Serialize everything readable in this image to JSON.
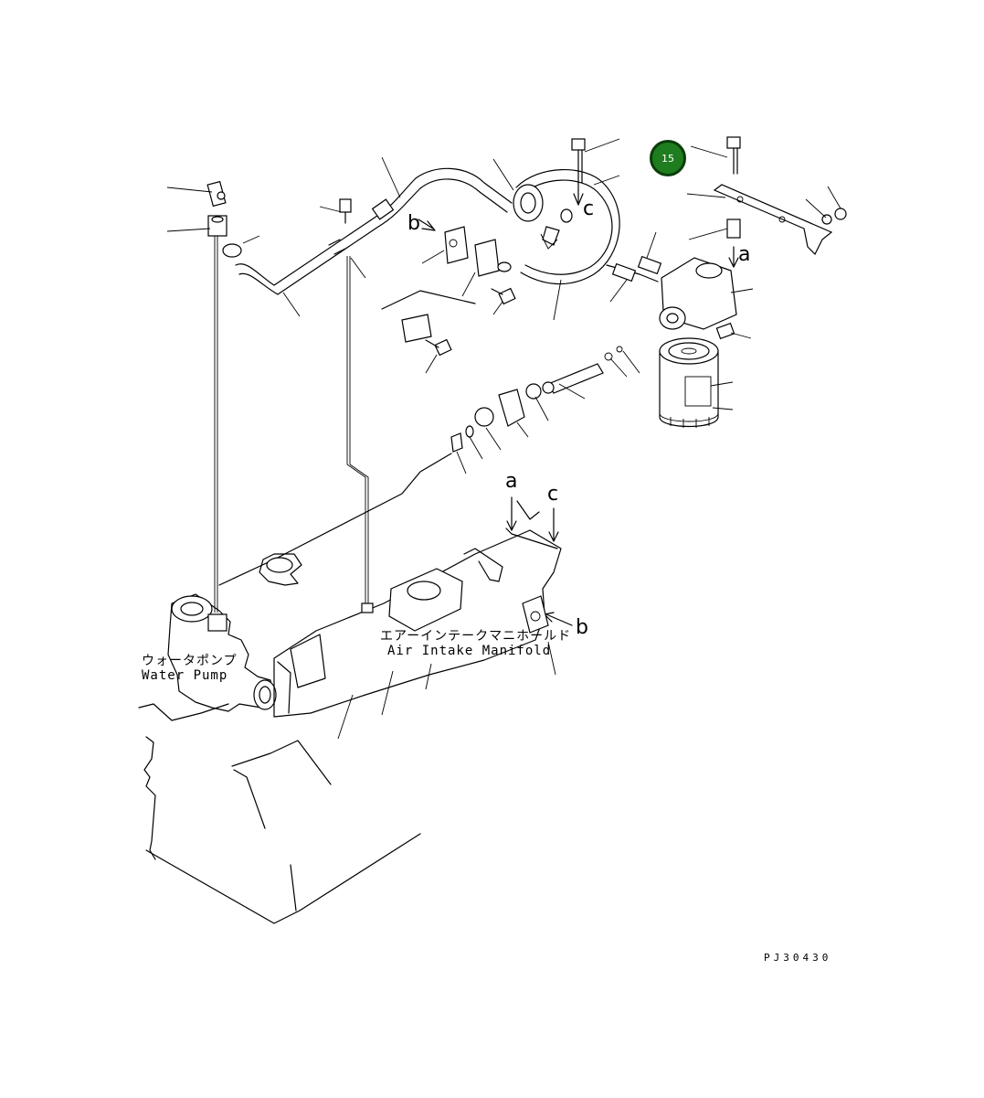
{
  "drawing_code": "PJ30430",
  "callout": {
    "number": "15",
    "color": "#1e7d1e"
  },
  "labels": {
    "water_pump_jp": "ウォータポンプ",
    "water_pump_en": "Water Pump",
    "manifold_jp": "エアーインテークマニホールド",
    "manifold_en": "Air Intake Manifold"
  },
  "ref_letters": {
    "a_top": "a",
    "c_top": "c",
    "b_top": "b",
    "a_manifold": "a",
    "c_manifold": "c",
    "b_manifold": "b"
  }
}
